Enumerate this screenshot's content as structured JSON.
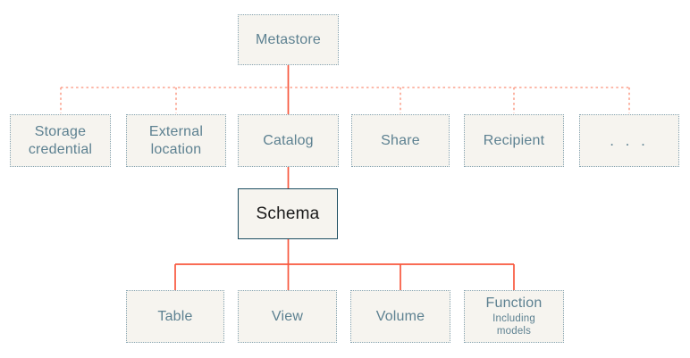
{
  "colors": {
    "box_fill": "#F6F4EF",
    "box_dotted_border": "#85A3B1",
    "label_text": "#5D8191",
    "schema_border": "#1C4D60",
    "schema_text": "#1A1A1A",
    "solid_connector": "#F8573D",
    "dashed_connector": "#FBA28E"
  },
  "nodes": {
    "metastore": {
      "label": "Metastore"
    },
    "storage_credential": {
      "label": "Storage credential"
    },
    "external_location": {
      "label": "External location"
    },
    "catalog": {
      "label": "Catalog"
    },
    "share": {
      "label": "Share"
    },
    "recipient": {
      "label": "Recipient"
    },
    "more": {
      "label": ". . ."
    },
    "schema": {
      "label": "Schema"
    },
    "table": {
      "label": "Table"
    },
    "view": {
      "label": "View"
    },
    "volume": {
      "label": "Volume"
    },
    "function": {
      "label": "Function",
      "sublabel": "Including models"
    }
  }
}
